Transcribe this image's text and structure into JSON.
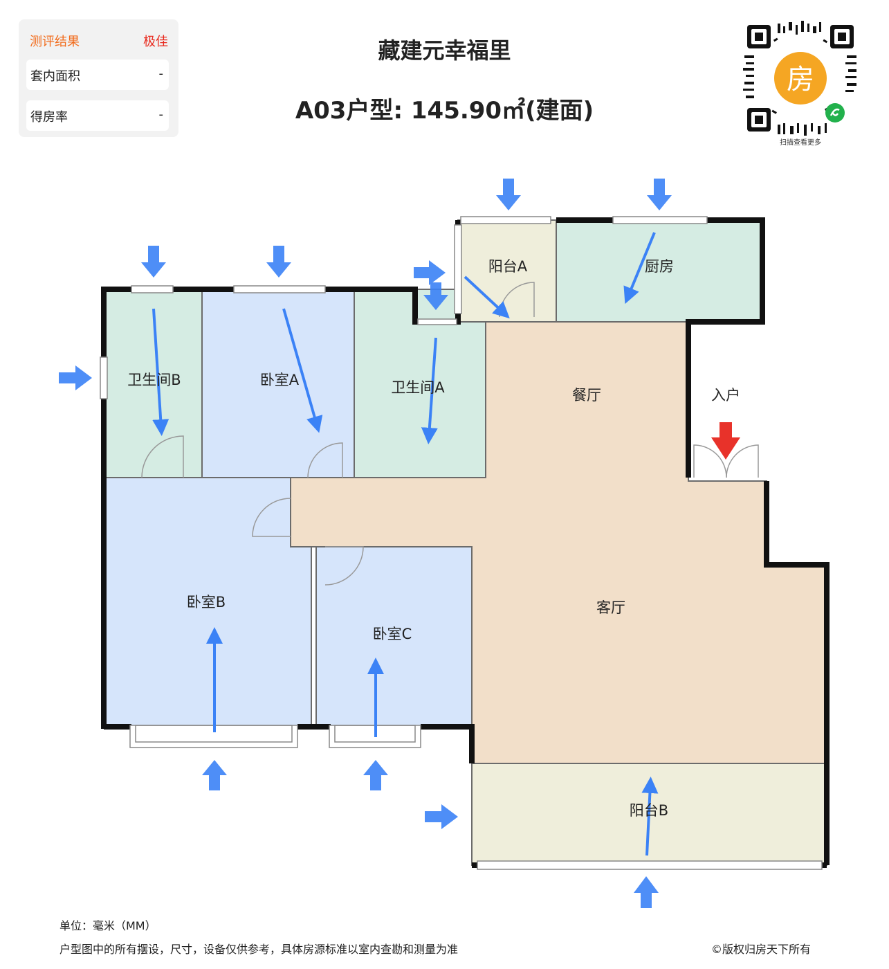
{
  "evaluation": {
    "heading": "测评结果",
    "rating": "极佳",
    "rows": [
      {
        "label": "套内面积",
        "value": "-"
      },
      {
        "label": "得房率",
        "value": "-"
      }
    ]
  },
  "header": {
    "title": "藏建元幸福里",
    "subtitle": "A03户型: 145.90㎡(建面)"
  },
  "qr": {
    "center_char": "房",
    "caption": "扫描查看更多"
  },
  "rooms": {
    "bath_b": "卫生间B",
    "bed_a": "卧室A",
    "bath_a": "卫生间A",
    "balcony_a": "阳台A",
    "kitchen": "厨房",
    "dining": "餐厅",
    "entrance": "入户",
    "bed_b": "卧室B",
    "bed_c": "卧室C",
    "living": "客厅",
    "balcony_b": "阳台B"
  },
  "colors": {
    "bath": "#d5ece3",
    "bedroom": "#d6e5fb",
    "balcony": "#efeedb",
    "living": "#f2dfc9",
    "wall": "#111111",
    "light_arrow": "#3b82f6",
    "entry_arrow": "#e8322a"
  },
  "footer": {
    "unit": "单位：毫米（MM）",
    "disclaimer": "户型图中的所有摆设，尺寸，设备仅供参考，具体房源标准以室内查勘和测量为准",
    "copyright": "©版权归房天下所有"
  }
}
